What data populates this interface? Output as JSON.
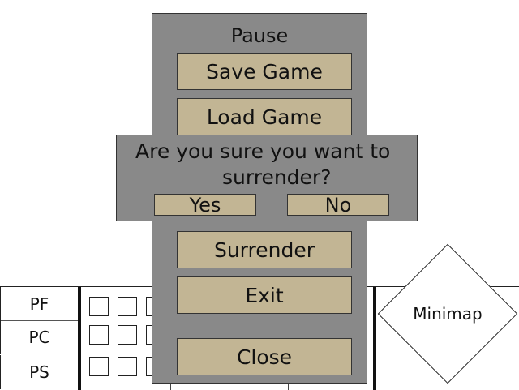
{
  "hud": {
    "tabs": [
      {
        "label": "PF"
      },
      {
        "label": "PC"
      },
      {
        "label": "PS"
      }
    ],
    "minimap_label": "Minimap"
  },
  "pause_menu": {
    "title": "Pause",
    "buttons": {
      "save": "Save Game",
      "load": "Load Game",
      "surrender": "Surrender",
      "exit": "Exit",
      "close": "Close"
    }
  },
  "confirm_dialog": {
    "message_line1": "Are you sure you want to",
    "message_line2": "surrender?",
    "yes_label": "Yes",
    "no_label": "No"
  },
  "colors": {
    "panel": "#898989",
    "button": "#c2b594",
    "border": "#333333"
  }
}
